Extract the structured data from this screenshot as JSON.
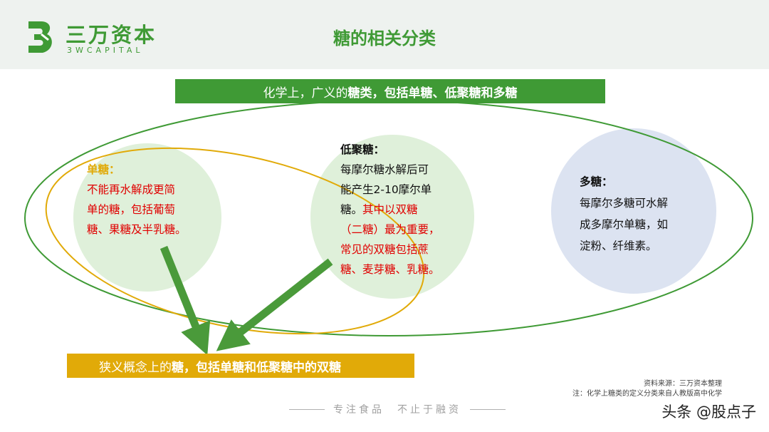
{
  "header": {
    "logo_cn": "三万资本",
    "logo_en": "3WCAPITAL",
    "title": "糖的相关分类"
  },
  "banner_top": {
    "prefix": "化学上，广义的",
    "bold": "糖类，包括单糖、低聚糖和多糖"
  },
  "monosaccharide": {
    "heading": "单糖：",
    "lines": [
      "不能再水解成更简",
      "单的糖，包括葡萄",
      "糖、果糖及半乳糖。"
    ]
  },
  "oligosaccharide": {
    "heading": "低聚糖：",
    "line1": "每摩尔糖水解后可",
    "line2": "能产生2-10摩尔单",
    "line3_black": "糖。",
    "line3_red": "其中以双糖",
    "line4": "（二糖）最为重要，",
    "line5": "常见的双糖包括蔗",
    "line6": "糖、麦芽糖、乳糖。"
  },
  "polysaccharide": {
    "heading": "多糖：",
    "lines": [
      "每摩尔多糖可水解",
      "成多摩尔单糖，如",
      "淀粉、纤维素。"
    ]
  },
  "banner_bottom": {
    "prefix": "狭义概念上的",
    "bold": "糖，包括单糖和低聚糖中的双糖"
  },
  "sources": {
    "line1": "资料来源：三万资本整理",
    "line2": "注：化学上糖类的定义分类来自人教版高中化学"
  },
  "slogan": "专注食品　不止于融资",
  "watermark": "头条 @股点子",
  "colors": {
    "brand_green": "#3f9a35",
    "gold": "#e1aa08",
    "highlight_red": "#e00000",
    "circle_green": "#dff0da",
    "circle_blue": "#dce3f1"
  }
}
